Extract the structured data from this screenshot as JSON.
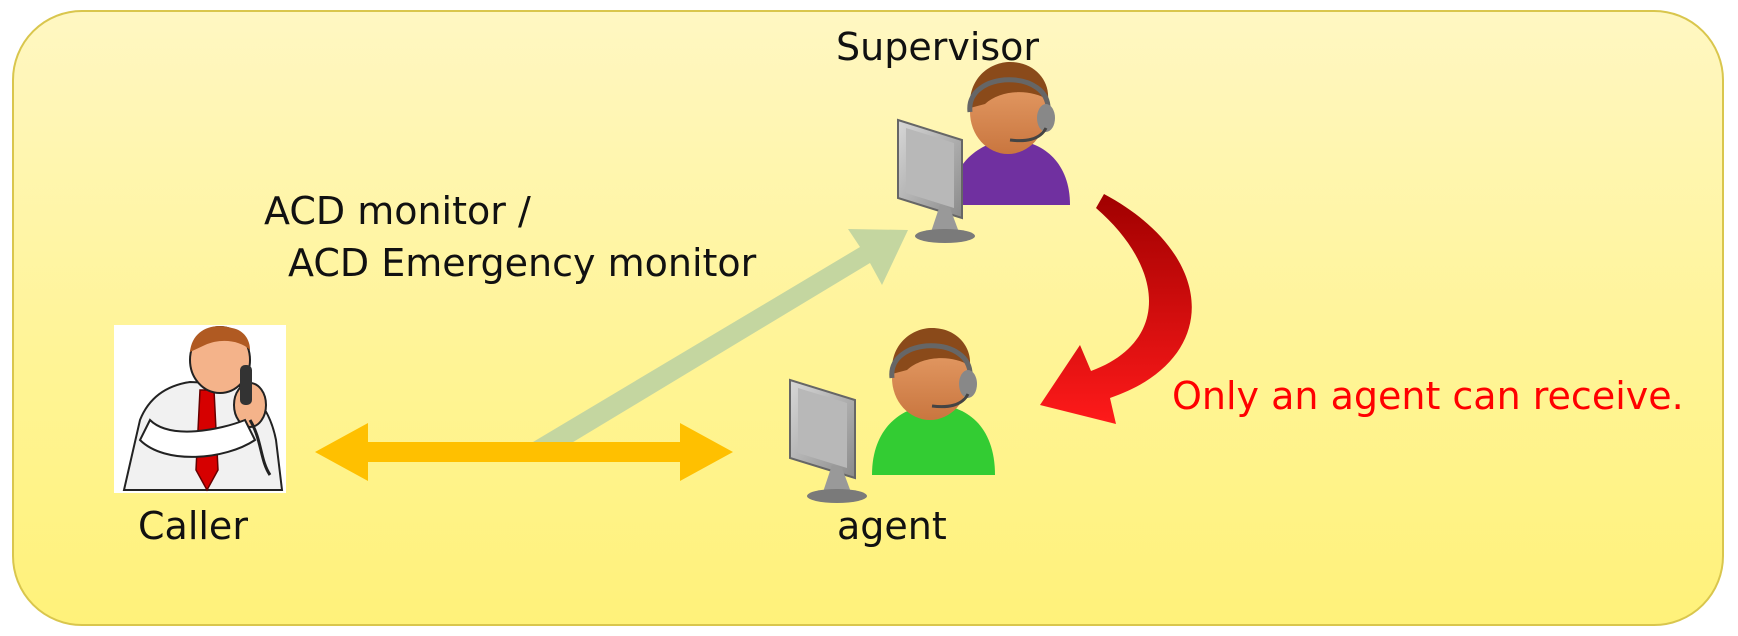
{
  "diagram": {
    "supervisor_label": "Supervisor",
    "monitor_label_line1": "ACD monitor /",
    "monitor_label_line2": "ACD Emergency monitor",
    "caller_label": "Caller",
    "agent_label": "agent",
    "note_label": "Only an agent can receive.",
    "colors": {
      "panel_fill": "#fff497",
      "panel_border": "#d9c64d",
      "call_arrow": "#ffc000",
      "monitor_arrow": "#c4d6a0",
      "note_arrow": "#e00000",
      "supervisor_shirt": "#7030a0",
      "agent_shirt": "#33cc33",
      "note_text": "#ff0000"
    },
    "icons": [
      "caller-photo-icon",
      "supervisor-computer-icon",
      "agent-computer-icon"
    ]
  }
}
